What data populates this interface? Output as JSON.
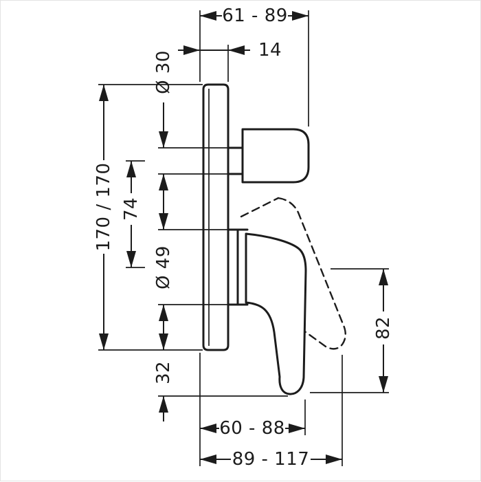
{
  "colors": {
    "line": "#1c1c1c",
    "background": "#ffffff"
  },
  "dims": {
    "top_range": "61 - 89",
    "flange_depth": "14",
    "handle_dia": "Ø 30",
    "plate_height": "170 / 170",
    "center_distance": "74",
    "sleeve_dia": "Ø 49",
    "bottom_offset": "32",
    "lever_height": "82",
    "lever_range": "60 - 88",
    "max_range": "89 - 117"
  }
}
